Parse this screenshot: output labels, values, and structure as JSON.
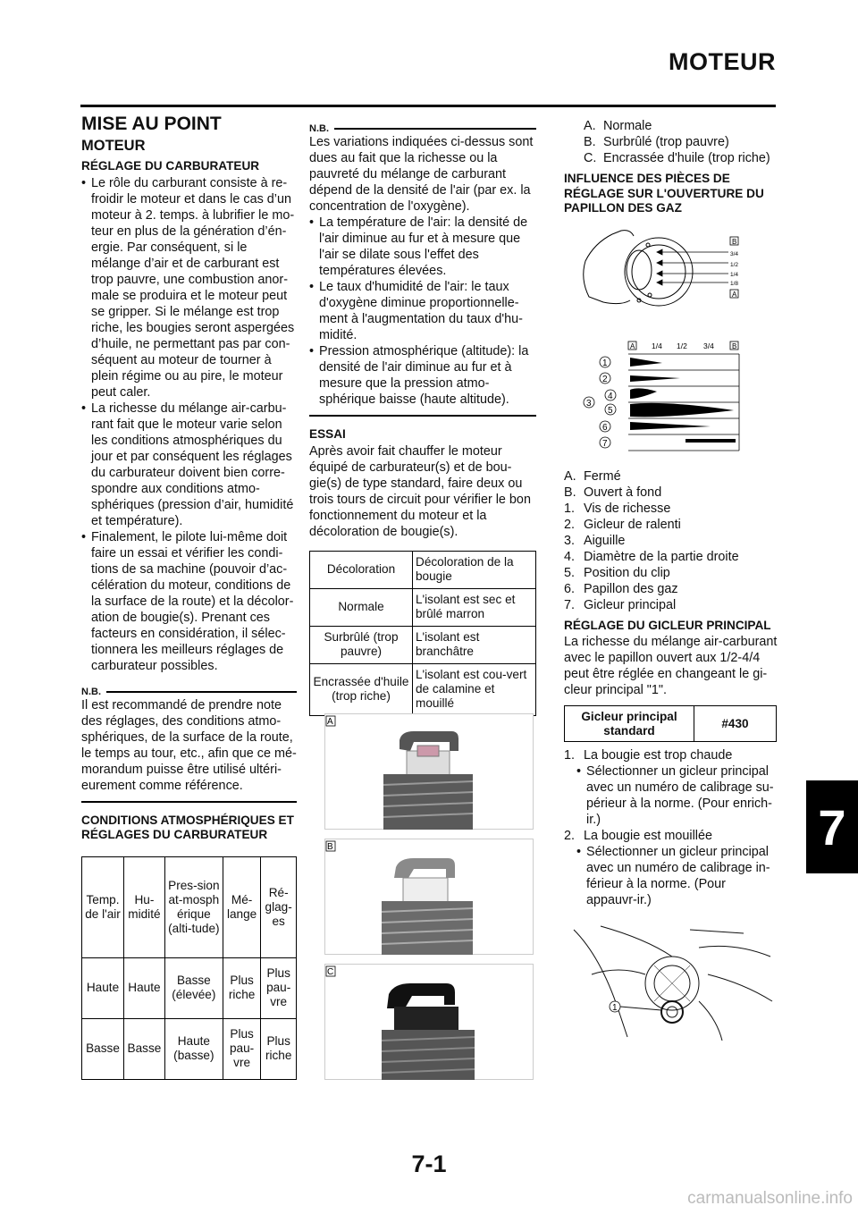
{
  "header": {
    "title": "MOTEUR",
    "tab_number": "7",
    "page_number": "7-1",
    "watermark": "carmanualsonline.info"
  },
  "col1": {
    "main_title": "MISE AU POINT",
    "section_title": "MOTEUR",
    "sub_title": "RÉGLAGE DU CARBURATEUR",
    "bullets": [
      "Le rôle du carburant consiste à re-froidir le moteur et dans le cas d’un moteur à 2. temps. à lubrifier le mo-teur en plus de la génération d’én-ergie. Par conséquent, si le mélange d’air et de carburant est trop pauvre, une combustion anor-male se produira et le moteur peut se gripper. Si le mélange est trop riche, les bougies seront aspergées d’huile, ne permettant pas par con-séquent au moteur de tourner à plein régime ou au pire, le moteur peut caler.",
      "La richesse du mélange air-carbu-rant fait que le moteur varie selon les conditions atmosphériques du jour et par conséquent les réglages du carburateur doivent bien corre-spondre aux conditions atmo-sphériques (pression d’air, humidité et température).",
      "Finalement, le pilote lui-même doit faire un essai et vérifier les condi-tions de sa machine (pouvoir d’ac-célération du moteur, conditions de la surface de la route) et la décolor-ation de bougie(s). Prenant ces facteurs en considération, il sélec-tionnera les meilleurs réglages de carburateur possibles."
    ],
    "nb_label": "N.B.",
    "nb_text": "Il est recommandé de prendre note des réglages, des conditions atmo-sphériques, de la surface de la route, le temps au tour, etc., afin que ce mé-morandum puisse être utilisé ultéri-eurement comme référence.",
    "cond_title": "CONDITIONS ATMOSPHÉRIQUES ET RÉGLAGES DU CARBURATEUR",
    "cond_table": {
      "headers": [
        "Temp. de l'air",
        "Hu-midité",
        "Pres-sion at-mosph érique (alti-tude)",
        "Mé-lange",
        "Ré-glag-es"
      ],
      "rows": [
        [
          "Haute",
          "Haute",
          "Basse (élevée)",
          "Plus riche",
          "Plus pau-vre"
        ],
        [
          "Basse",
          "Basse",
          "Haute (basse)",
          "Plus pau-vre",
          "Plus riche"
        ]
      ]
    }
  },
  "col2": {
    "nb_label": "N.B.",
    "nb_text": "Les variations indiquées ci-dessus sont dues au fait que la richesse ou la pauvreté du mélange de carburant dépend de la densité de l'air (par ex. la concentration de l'oxygène).",
    "nb_bullets": [
      "La température de l'air: la densité de l'air diminue au fur et à mesure que l'air se dilate sous l'effet des températures élevées.",
      "Le taux d'humidité de l'air: le taux d'oxygène diminue proportionnelle-ment à l'augmentation du taux d'hu-midité.",
      "Pression atmosphérique (altitude): la densité de l'air diminue au fur et à mesure que la pression atmo-sphérique baisse (haute altitude)."
    ],
    "essai_title": "ESSAI",
    "essai_text": "Après avoir fait chauffer le moteur équipé de carburateur(s) et de bou-gie(s) de type standard, faire deux ou trois tours de circuit pour vérifier le bon fonctionnement du moteur et la décoloration de bougie(s).",
    "deco_table": [
      [
        "Décoloration",
        "Décoloration de la bougie"
      ],
      [
        "Normale",
        "L'isolant est sec et brûlé marron"
      ],
      [
        "Surbrûlé (trop pauvre)",
        "L'isolant est branchâtre"
      ],
      [
        "Encrassée d'huile (trop riche)",
        "L'isolant est cou-vert de calamine et mouillé"
      ]
    ],
    "fig_labels": [
      "A",
      "B",
      "C"
    ]
  },
  "col3": {
    "legend1": [
      {
        "k": "A.",
        "v": "Normale"
      },
      {
        "k": "B.",
        "v": "Surbrûlé (trop pauvre)"
      },
      {
        "k": "C.",
        "v": "Encrassée d'huile (trop riche)"
      }
    ],
    "influence_title": "INFLUENCE DES PIÈCES DE RÉGLAGE SUR L'OUVERTURE DU PAPILLON DES GAZ",
    "diagram_labels": {
      "open_marks": [
        "3/4",
        "1/2",
        "1/4",
        "1/8"
      ],
      "scale": [
        "1/4",
        "1/2",
        "3/4"
      ],
      "letters": [
        "A",
        "B"
      ],
      "rows": [
        "1",
        "2",
        "3",
        "4",
        "5",
        "6",
        "7"
      ]
    },
    "legend2": [
      {
        "k": "A.",
        "v": "Fermé"
      },
      {
        "k": "B.",
        "v": "Ouvert à fond"
      },
      {
        "k": "1.",
        "v": "Vis de richesse"
      },
      {
        "k": "2.",
        "v": "Gicleur de ralenti"
      },
      {
        "k": "3.",
        "v": "Aiguille"
      },
      {
        "k": "4.",
        "v": "Diamètre de la partie droite"
      },
      {
        "k": "5.",
        "v": "Position du clip"
      },
      {
        "k": "6.",
        "v": "Papillon des gaz"
      },
      {
        "k": "7.",
        "v": "Gicleur principal"
      }
    ],
    "gicleur_title": "RÉGLAGE DU GICLEUR PRINCIPAL",
    "gicleur_text": "La richesse du mélange air-carburant avec le papillon ouvert aux 1/2-4/4 peut être réglée en changeant le gi-cleur principal \"1\".",
    "gicleur_table": {
      "label": "Gicleur principal standard",
      "value": "#430"
    },
    "steps": [
      {
        "k": "1.",
        "v": "La bougie est trop chaude",
        "sub": "Sélectionner un gicleur principal avec un numéro de calibrage su-périeur à la norme. (Pour enrich-ir.)"
      },
      {
        "k": "2.",
        "v": "La bougie est mouillée",
        "sub": "Sélectionner un gicleur principal avec un numéro de calibrage in-férieur à la norme. (Pour appauvr-ir.)"
      }
    ],
    "photo_label": "1"
  }
}
